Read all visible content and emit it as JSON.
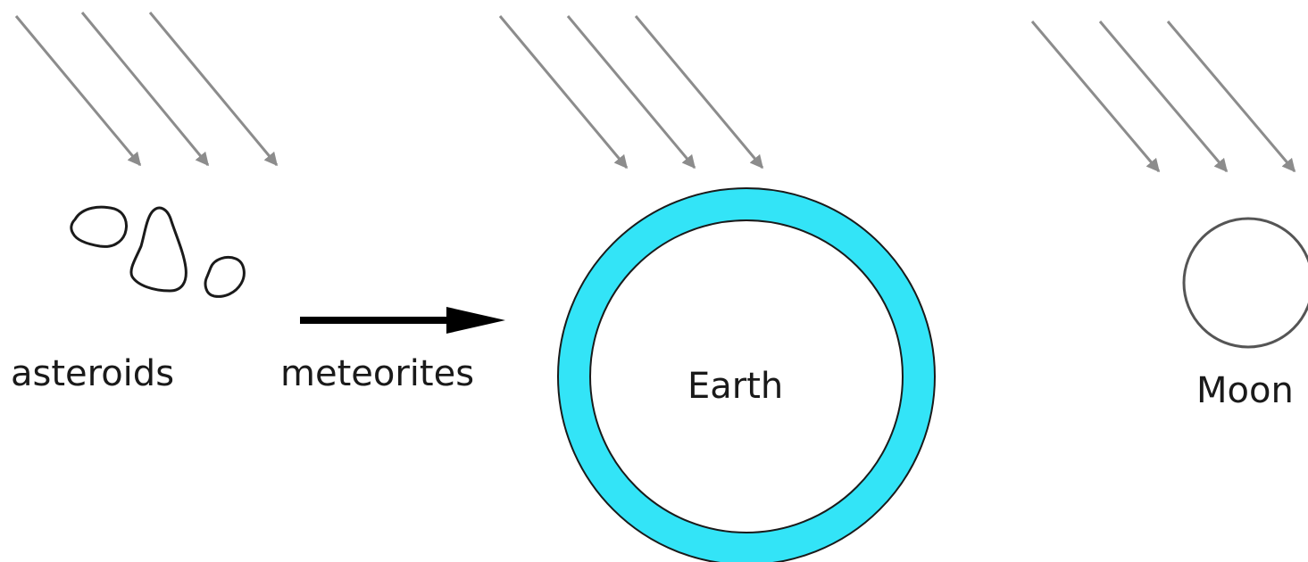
{
  "labels": {
    "asteroids": "asteroids",
    "meteorites": "meteorites",
    "earth": "Earth",
    "moon": "Moon"
  },
  "colors": {
    "incoming_arrow": "#8c8c8c",
    "atmosphere": "#33e4f7",
    "outline": "#1a1a1a",
    "transition_arrow": "#000000",
    "moon_outline": "#555555"
  },
  "icons": {
    "incoming_rays": "diagonal-arrow-icon",
    "transition": "right-arrow-icon"
  }
}
